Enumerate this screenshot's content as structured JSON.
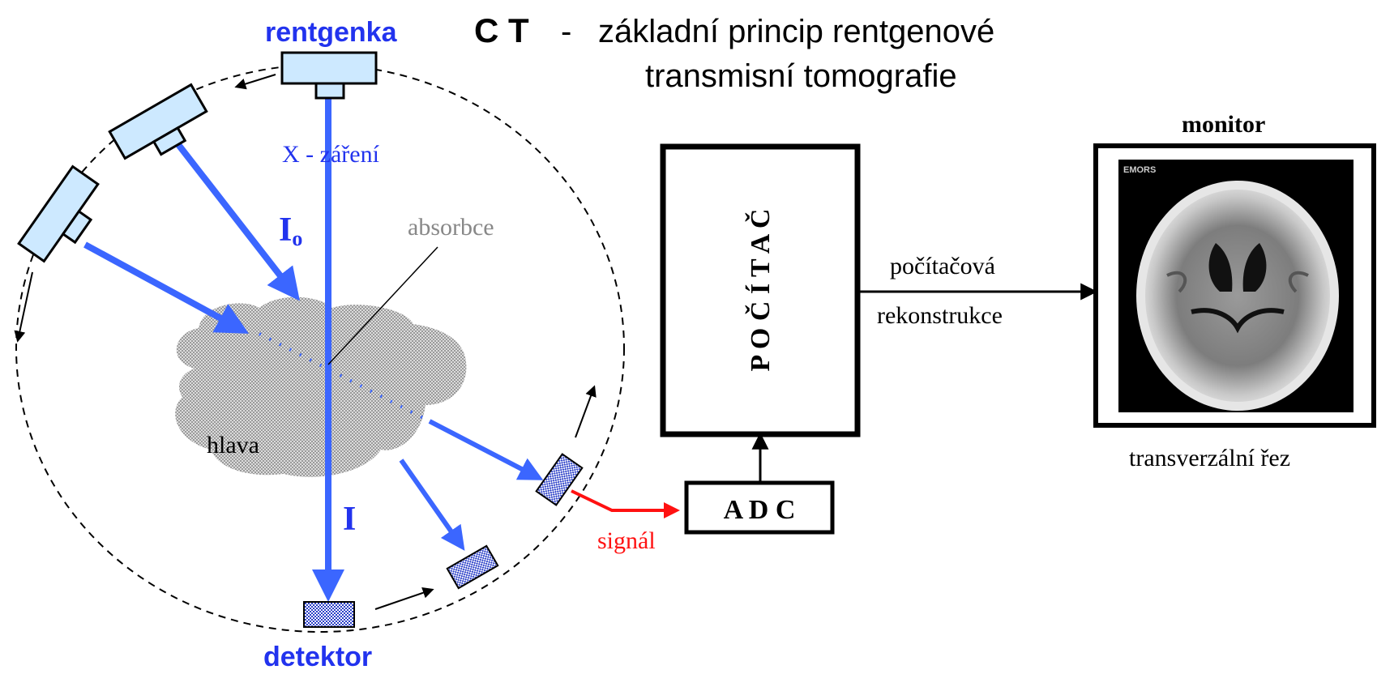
{
  "title": {
    "prefix": "C T",
    "dash": "-",
    "line1": "základní princip rentgenové",
    "line2": "transmisní tomografie"
  },
  "labels": {
    "tube": "rentgenka",
    "xray": "X - záření",
    "i0_main": "I",
    "i0_sub": "o",
    "absorption": "absorbce",
    "head": "hlava",
    "i_out": "I",
    "detector": "detektor",
    "signal": "signál",
    "adc": "A D C",
    "computer": "P O Č Í T A Č",
    "recon_line1": "počítačová",
    "recon_line2": "rekonstrukce",
    "monitor": "monitor",
    "slice": "transverzální řez",
    "screen_tag": "EMORS"
  },
  "colors": {
    "beam": "#3b66ff",
    "label_blue": "#2233ee",
    "signal": "#ff1111",
    "tube_fill": "#cde9ff",
    "detector_fill": "#3344cc",
    "head_fill": "#c4c4c4",
    "absorption_text": "#888888",
    "ink": "#000000"
  }
}
